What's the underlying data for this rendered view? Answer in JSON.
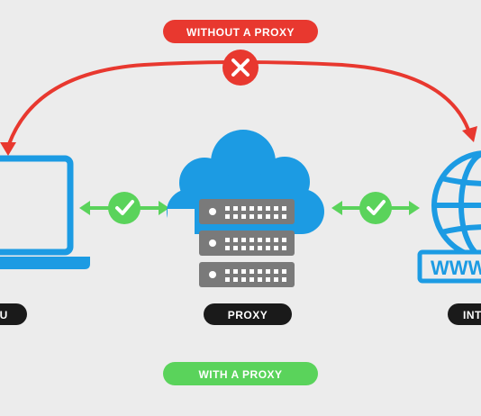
{
  "labels": {
    "without_proxy": "WITHOUT A PROXY",
    "with_proxy": "WITH A PROXY",
    "you": "YOU",
    "proxy": "PROXY",
    "internet": "INTERNET",
    "www": "WWW"
  },
  "colors": {
    "background": "#ececec",
    "device_blue": "#1c9be3",
    "cloud_blue": "#1c9be3",
    "server_gray": "#7a7a7a",
    "blocked_red": "#e8382f",
    "allowed_green": "#5ad35b",
    "label_dark": "#1a1a1a"
  },
  "icons": {
    "laptop": "laptop-icon",
    "cloud": "cloud-icon",
    "server": "server-stack-icon",
    "globe": "globe-icon",
    "blocked": "x-circle-icon",
    "allowed": "check-circle-icon"
  }
}
